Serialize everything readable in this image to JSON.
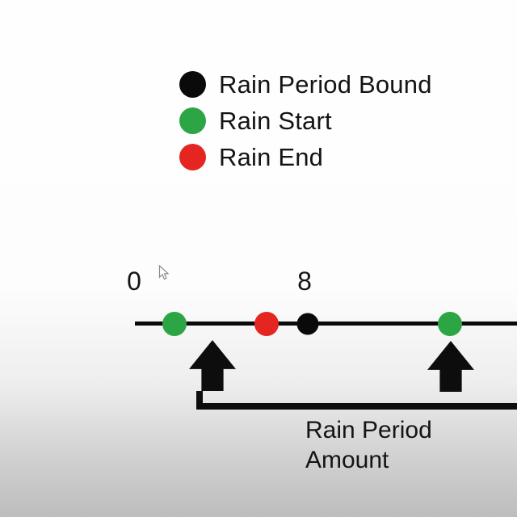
{
  "legend": {
    "items": [
      {
        "id": "rain-period-bound",
        "label": "Rain Period Bound",
        "color": "#0a0a0a"
      },
      {
        "id": "rain-start",
        "label": "Rain Start",
        "color": "#2ca545"
      },
      {
        "id": "rain-end",
        "label": "Rain End",
        "color": "#e42522"
      }
    ]
  },
  "timeline": {
    "tick_labels": [
      {
        "text": "0"
      },
      {
        "text": "8"
      }
    ],
    "points": [
      {
        "type": "rain-start",
        "color": "#2ca545"
      },
      {
        "type": "rain-end",
        "color": "#e42522"
      },
      {
        "type": "rain-period-bound",
        "color": "#0a0a0a"
      },
      {
        "type": "rain-start",
        "color": "#2ca545"
      }
    ]
  },
  "annotation": {
    "label": "Rain Period\nAmount"
  },
  "colors": {
    "line": "#0a0a0a",
    "arrow": "#0d0d0d",
    "background_top": "#fefefe",
    "background_bottom": "#bdbdbd"
  }
}
